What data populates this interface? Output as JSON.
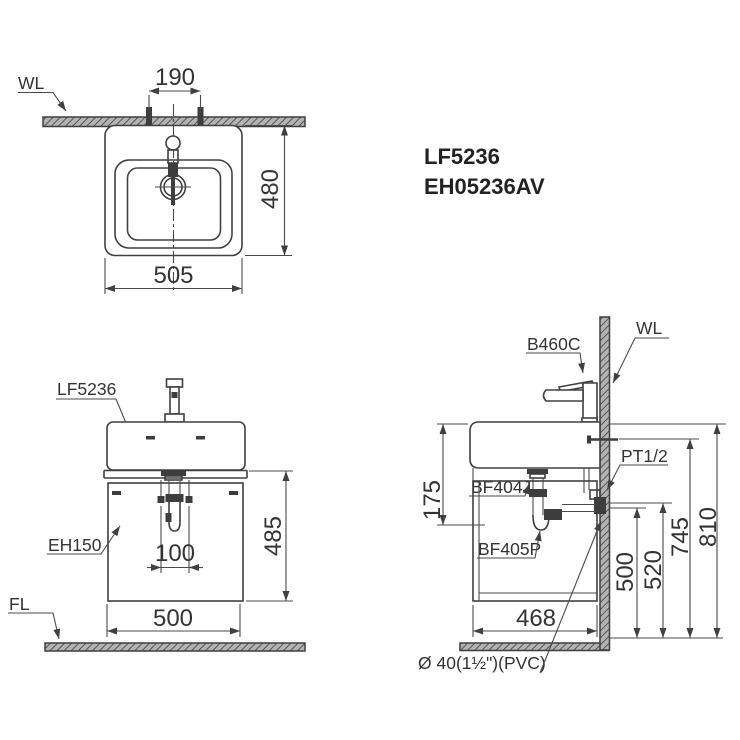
{
  "title": {
    "line1": "LF5236",
    "line2": "EH05236AV"
  },
  "top_view": {
    "wall_label": "WL",
    "dim_faucet_hole_centers": "190",
    "dim_depth": "480",
    "dim_width": "505"
  },
  "front_view": {
    "basin_label": "LF5236",
    "cabinet_label": "EH150",
    "floor_label": "FL",
    "dim_drain_offset": "100",
    "dim_cabinet_height": "485",
    "dim_cabinet_width": "500"
  },
  "side_view": {
    "faucet_label": "B460C",
    "wall_label": "WL",
    "supply_fitting_label": "PT1/2",
    "drain_fitting_label": "BF404J",
    "trap_label": "BF405P",
    "drain_pipe_label": "Ø 40(1½\")(PVC)",
    "dim_basin_height": "175",
    "dim_cabinet_depth": "468",
    "dim_drain_outlet_height": "500",
    "dim_supply_height": "520",
    "dim_bracket_height": "745",
    "dim_rim_height": "810"
  },
  "colors": {
    "line": "#404040",
    "text": "#333333",
    "hatch_base": "#b3b3b3",
    "hatch_stripe": "#555555",
    "background": "#ffffff"
  }
}
